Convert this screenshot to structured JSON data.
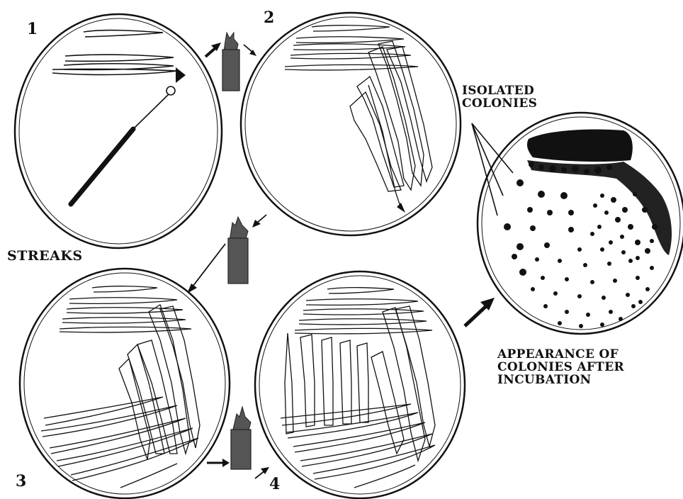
{
  "step_numbers": [
    "1",
    "2",
    "3",
    "4"
  ],
  "streaks_label": "STREAKS",
  "isolated_label": {
    "line1": "ISOLATED",
    "line2": "COLONIES"
  },
  "appearance_label": {
    "line1": "APPEARANCE OF",
    "line2": "COLONIES AFTER",
    "line3": "INCUBATION"
  },
  "colors": {
    "ink": "#111111",
    "burner": "#555555",
    "plate_fill": "#ffffff"
  },
  "icons": [
    "petri-dish",
    "inoculating-loop",
    "bunsen-burner",
    "arrow"
  ]
}
